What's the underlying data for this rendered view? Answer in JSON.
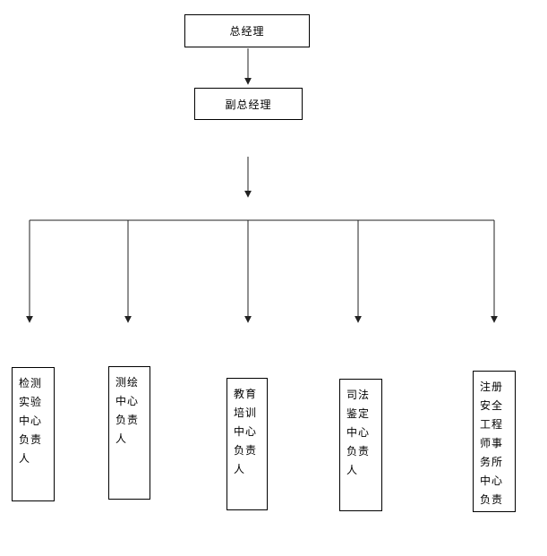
{
  "diagram": {
    "type": "org-chart",
    "root": {
      "label": "总经理"
    },
    "deputy": {
      "label": "副总经理"
    },
    "departments": [
      {
        "id": "testing-lab-center",
        "label": "检测\n实验\n中心\n负责\n人"
      },
      {
        "id": "surveying-center",
        "label": "测绘\n中心\n负责\n人"
      },
      {
        "id": "education-training-center",
        "label": "教育\n培训\n中心\n负责\n人"
      },
      {
        "id": "judicial-appraisal-center",
        "label": "司法\n鉴定\n中心\n负责\n人"
      },
      {
        "id": "registered-safety-engineer-office-center",
        "label": "注册\n安全\n工程\n师事\n务所\n中心\n负责"
      }
    ],
    "colors": {
      "line": "#222222",
      "border": "#000000",
      "background": "#ffffff",
      "text": "#000000"
    }
  }
}
